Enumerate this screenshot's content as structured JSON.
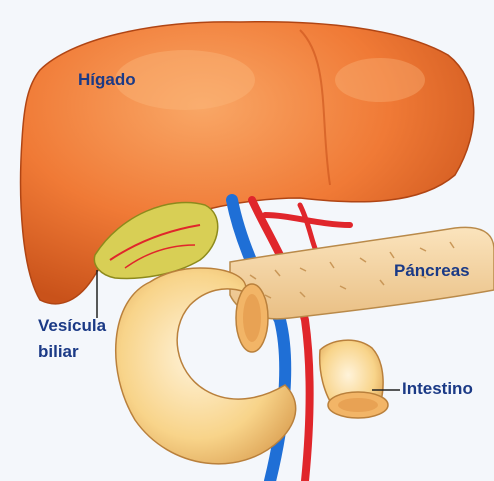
{
  "labels": {
    "liver": "Hígado",
    "gallbladder_line1": "Vesícula",
    "gallbladder_line2": "biliar",
    "pancreas": "Páncreas",
    "intestine": "Intestino"
  },
  "colors": {
    "liver": "#f07a36",
    "liver_highlight": "#f9a766",
    "liver_shadow": "#c9521a",
    "gallbladder": "#d8cf55",
    "pancreas": "#f7d6a2",
    "intestine": "#f8d48a",
    "intestine_shadow": "#d89a4c",
    "vein": "#1f6fd6",
    "artery": "#e0262b",
    "label_text": "#1b3a86"
  }
}
